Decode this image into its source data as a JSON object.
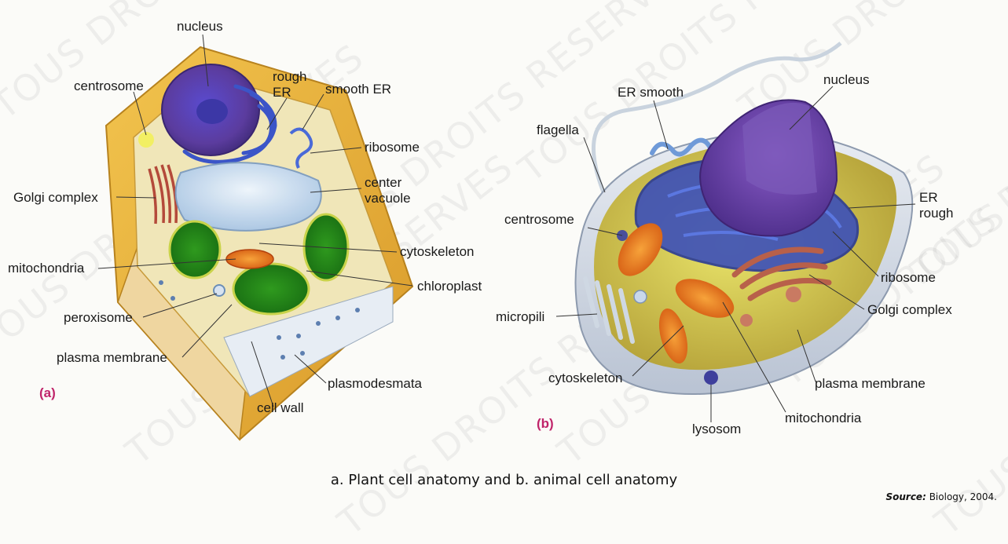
{
  "watermark": "TOUS DROITS RESERVES",
  "plant": {
    "panel": "(a)",
    "labels": {
      "nucleus": "nucleus",
      "centrosome": "centrosome",
      "rough_er": "rough\nER",
      "smooth_er": "smooth ER",
      "ribosome": "ribosome",
      "center_vacuole": "center\nvacuole",
      "golgi": "Golgi complex",
      "cytoskeleton": "cytoskeleton",
      "mitochondria": "mitochondria",
      "chloroplast": "chloroplast",
      "peroxisome": "peroxisome",
      "plasma_membrane": "plasma membrane",
      "plasmodesmata": "plasmodesmata",
      "cell_wall": "cell wall"
    }
  },
  "animal": {
    "panel": "(b)",
    "labels": {
      "nucleus": "nucleus",
      "er_smooth": "ER smooth",
      "flagella": "flagella",
      "er_rough": "ER\nrough",
      "centrosome": "centrosome",
      "ribosome": "ribosome",
      "golgi": "Golgi complex",
      "micropili": "micropili",
      "cytoskeleton": "cytoskeleton",
      "plasma_membrane": "plasma membrane",
      "lysosom": "lysosom",
      "mitochondria": "mitochondria"
    }
  },
  "caption": "a. Plant cell anatomy and b. animal cell anatomy",
  "source": {
    "label": "Source:",
    "text": "Biology, 2004."
  }
}
